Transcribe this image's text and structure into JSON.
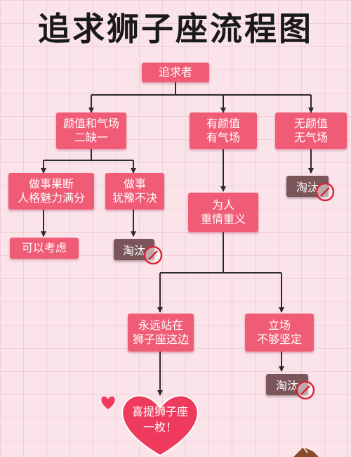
{
  "title": "追求狮子座流程图",
  "nodes": {
    "start": "追求者",
    "looks_aura_missing": "颜值和气场\n二缺一",
    "has_looks_aura": "有颜值\n有气场",
    "no_looks_aura": "无颜值\n无气场",
    "decisive": "做事果断\n人格魅力满分",
    "hesitant": "做事\n犹豫不决",
    "considerable": "可以考虑",
    "loyal": "为人\n重情重义",
    "stand_by_leo": "永远站在\n狮子座这边",
    "wavering": "立场\n不够坚定",
    "result_heart": "喜提狮子座\n一枚！"
  },
  "rejects": {
    "reject_no_looks": "淘汰",
    "reject_hesitant": "淘汰",
    "reject_wavering": "淘汰"
  },
  "colors": {
    "node": "#f05b75",
    "reject": "#7a5559",
    "line": "#2b2b2b",
    "background": "#fbe3ea",
    "stamp": "#d9263a"
  }
}
